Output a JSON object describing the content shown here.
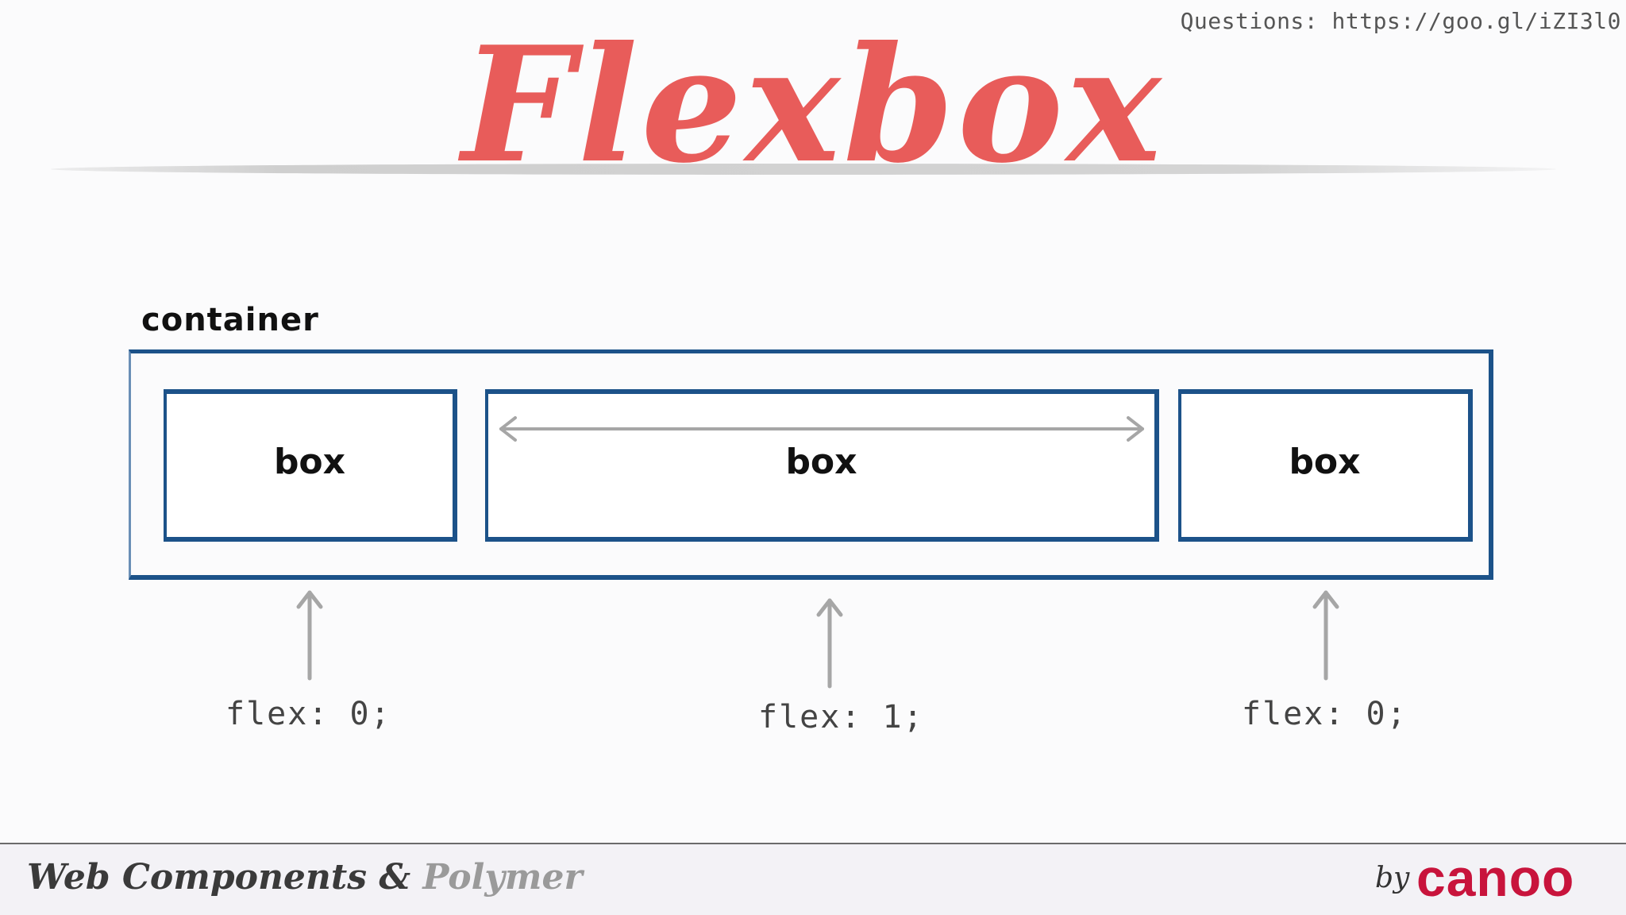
{
  "header": {
    "questions_text": "Questions: https://goo.gl/iZI3l0",
    "title": "Flexbox"
  },
  "diagram": {
    "container_label": "container",
    "boxes": [
      {
        "label": "box",
        "flex": "flex: 0;"
      },
      {
        "label": "box",
        "flex": "flex: 1;"
      },
      {
        "label": "box",
        "flex": "flex: 0;"
      }
    ]
  },
  "footer": {
    "left_part1": "Web Components & ",
    "left_part2": "Polymer",
    "by": "by",
    "logo": "canoo"
  },
  "colors": {
    "title": "#e85c5a",
    "box_border": "#1c5289",
    "arrow": "#a6a6a6",
    "logo": "#c8143c"
  }
}
